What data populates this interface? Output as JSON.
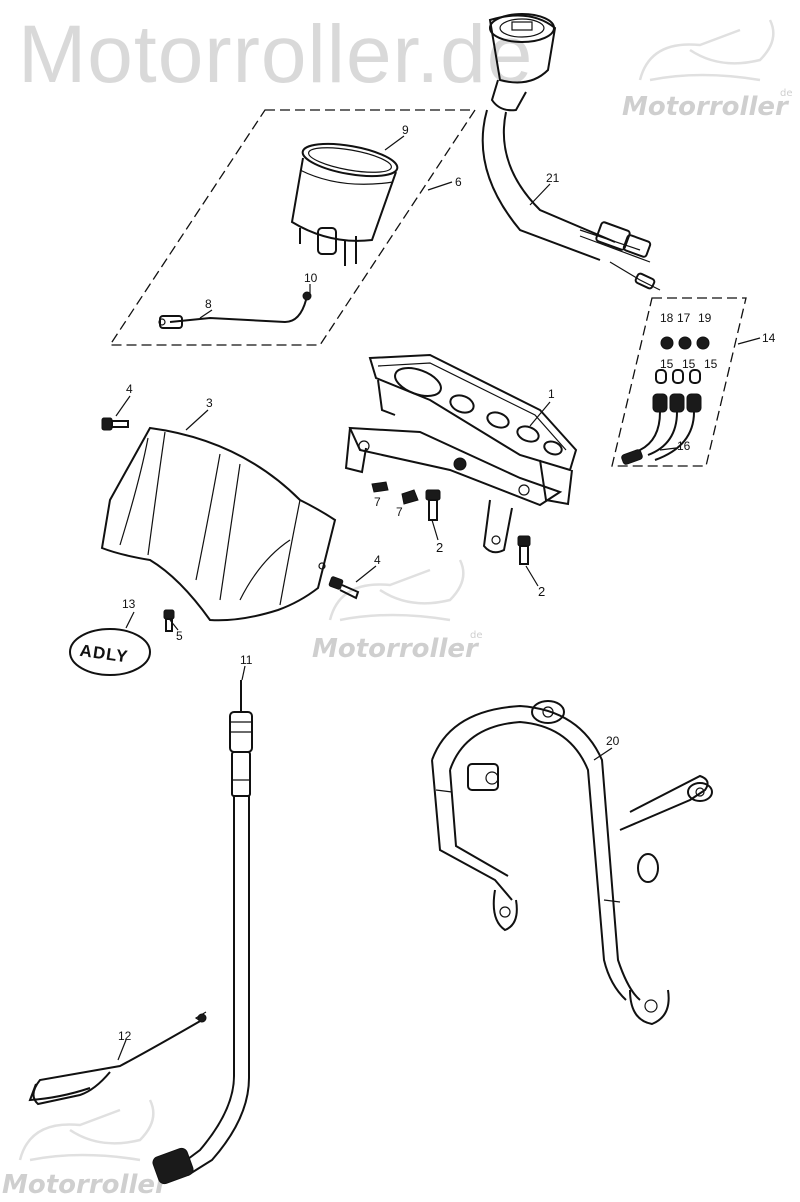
{
  "watermarks": {
    "header": "Motorroller.de",
    "logo_text": "Motorroller",
    "logo_sup": "de"
  },
  "badge_text": "ADLY",
  "callouts": {
    "c1": "1",
    "c2a": "2",
    "c2b": "2",
    "c3": "3",
    "c4a": "4",
    "c4b": "4",
    "c5": "5",
    "c6": "6",
    "c7a": "7",
    "c7b": "7",
    "c8": "8",
    "c9": "9",
    "c10": "10",
    "c11": "11",
    "c12": "12",
    "c13": "13",
    "c14": "14",
    "c15a": "15",
    "c15b": "15",
    "c15c": "15",
    "c16": "16",
    "c17": "17",
    "c18": "18",
    "c19": "19",
    "c20": "20",
    "c21": "21"
  }
}
